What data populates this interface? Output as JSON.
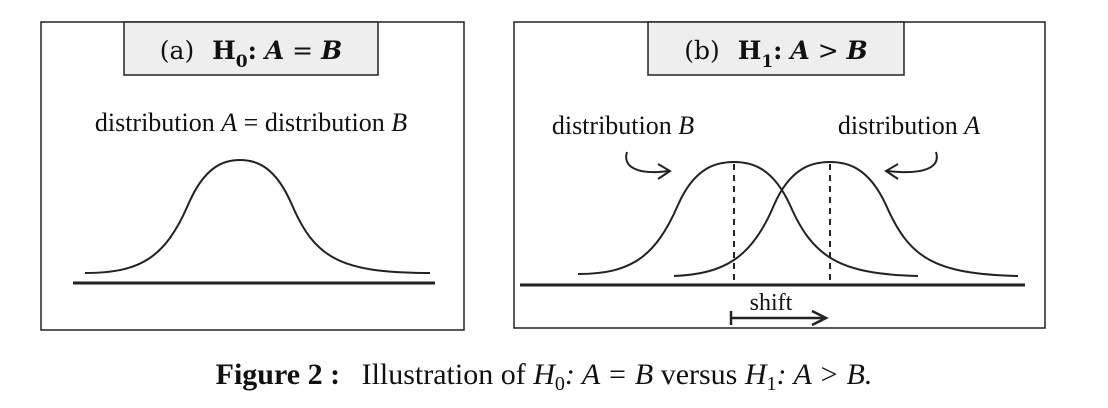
{
  "panel_a": {
    "header_tag": "(a)",
    "header_H": "H",
    "header_sub": "0",
    "header_colon": ":",
    "header_A": "A",
    "header_op": "=",
    "header_B": "B",
    "label_left": "distribution",
    "label_A": "A",
    "label_eq": "=",
    "label_right": "distribution",
    "label_B": "B"
  },
  "panel_b": {
    "header_tag": "(b)",
    "header_H": "H",
    "header_sub": "1",
    "header_colon": ":",
    "header_A": "A",
    "header_op": ">",
    "header_B": "B",
    "label_dist_b_text": "distribution",
    "label_dist_b_var": "B",
    "label_dist_a_text": "distribution",
    "label_dist_a_var": "A",
    "shift_label": "shift"
  },
  "caption": {
    "prefix": "Figure 2 :",
    "text1": "Illustration of",
    "H0": "H",
    "H0_sub": "0",
    "mid1": ": A = B",
    "versus": "versus",
    "H1": "H",
    "H1_sub": "1",
    "mid2": ": A > B."
  }
}
